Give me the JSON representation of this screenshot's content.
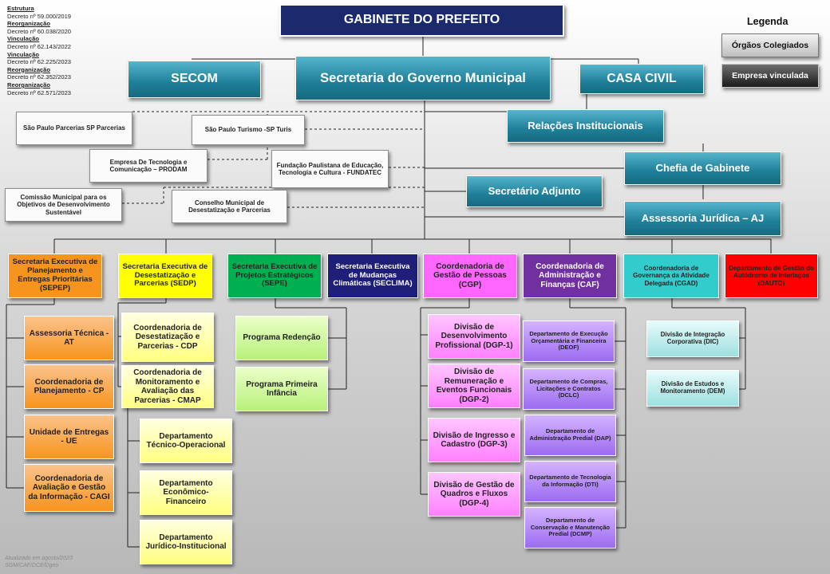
{
  "decree_list": [
    {
      "heading": "Estrutura",
      "text": "Decreto nº 59.000/2019"
    },
    {
      "heading": "Reorganização",
      "text": "Decreto nº 60.038/2020"
    },
    {
      "heading": "Vinculação",
      "text": "Decreto nº 62.143/2022"
    },
    {
      "heading": "Vinculação",
      "text": "Decreto nº 62.225/2023"
    },
    {
      "heading": "Reorganização",
      "text": "Decreto nº 62.352/2023"
    },
    {
      "heading": "Reorganização",
      "text": "Decreto nº 62.571/2023"
    }
  ],
  "top": {
    "gabinete": "GABINETE DO PREFEITO",
    "secom": "SECOM",
    "governo": "Secretaria do Governo Municipal",
    "casa_civil": "CASA CIVIL"
  },
  "legend": {
    "title": "Legenda",
    "orgaos": "Órgãos Colegiados",
    "empresa": "Empresa vinculada"
  },
  "vinculadas": {
    "sp_parcerias": "São Paulo Parcerias SP Parcerias",
    "sp_turis": "São Paulo Turismo -SP Turis",
    "prodam": "Empresa De Tecnologia e Comunicação – PRODAM",
    "fundatec": "Fundação Paulistana de Educação, Tecnologia e Cultura - FUNDATEC",
    "comissao": "Comissão Municipal para os Objetivos de Desenvolvimento Sustentável",
    "conselho": "Conselho Municipal de Desestatização e Parcerias"
  },
  "assessoria": {
    "relacoes": "Relações Institucionais",
    "chefia": "Chefia de Gabinete",
    "adjunto": "Secretário Adjunto",
    "juridica": "Assessoria Jurídica – AJ"
  },
  "units": {
    "sepep": "Secretaria Executiva de Planejamento e Entregas Prioritárias (SEPEP)",
    "sedp": "Secretaria Executiva de Desestatização e Parcerias (SEDP)",
    "sepe": "Secretaria Executiva de Projetos Estratégicos (SEPE)",
    "seclima": "Secretaria Executiva de Mudanças Climáticas (SECLIMA)",
    "cgp": "Coordenadoria de Gestão de Pessoas (CGP)",
    "caf": "Coordenadoria de Administração e Finanças (CAF)",
    "cgad": "Coordenadoria de Governança da Atividade Delegada (CGAD)",
    "dauto": "Departamento de Gestão do Autódromo de Interlagos (DAUTO)"
  },
  "sepep_children": {
    "at": "Assessoria Técnica - AT",
    "cp": "Coordenadoria de Planejamento - CP",
    "ue": "Unidade de Entregas - UE",
    "cagi": "Coordenadoria de Avaliação e Gestão da Informação - CAGI"
  },
  "sedp_children": {
    "cdp": "Coordenadoria de Desestatização e Parcerias - CDP",
    "cmap": "Coordenadoria de Monitoramento e Avaliação das Parcerias - CMAP",
    "dto": "Departamento Técnico-Operacional",
    "def": "Departamento Econômico-Financeiro",
    "dji": "Departamento Jurídico-Institucional"
  },
  "sepe_children": {
    "redencao": "Programa Redenção",
    "infancia": "Programa Primeira Infância"
  },
  "cgp_children": {
    "dgp1": "Divisão de Desenvolvimento Profissional (DGP-1)",
    "dgp2": "Divisão de Remuneração e Eventos Funcionais (DGP-2)",
    "dgp3": "Divisão de Ingresso e Cadastro (DGP-3)",
    "dgp4": "Divisão de Gestão de Quadros e Fluxos (DGP-4)"
  },
  "caf_children": {
    "deof": "Departamento de Execução Orçamentária e Financeira (DEOF)",
    "dclc": "Departamento de Compras, Licitações e Contratos (DCLC)",
    "dap": "Departamento de Administração Predial (DAP)",
    "dti": "Departamento de Tecnologia da Informação (DTI)",
    "dcmp": "Departamento de Conservação e Manutenção Predial (DCMP)"
  },
  "cgad_children": {
    "dic": "Divisão de Integração Corporativa (DIC)",
    "dem": "Divisão de Estudos e Monitoramento (DEM)"
  },
  "footer": {
    "line1": "Atualizado em agosto/2023",
    "line2": "SGM/CAF/DCE/Dgeo"
  },
  "colors": {
    "navy": "#1a2a6c",
    "teal": "#1f7f99",
    "orange": "#f7941d",
    "yellow": "#ffff00",
    "green": "#00b050",
    "seclima": "#1f1f7a",
    "pink": "#ff66ff",
    "purple": "#7030a0",
    "cyan": "#33cccc",
    "red": "#ff0000"
  }
}
